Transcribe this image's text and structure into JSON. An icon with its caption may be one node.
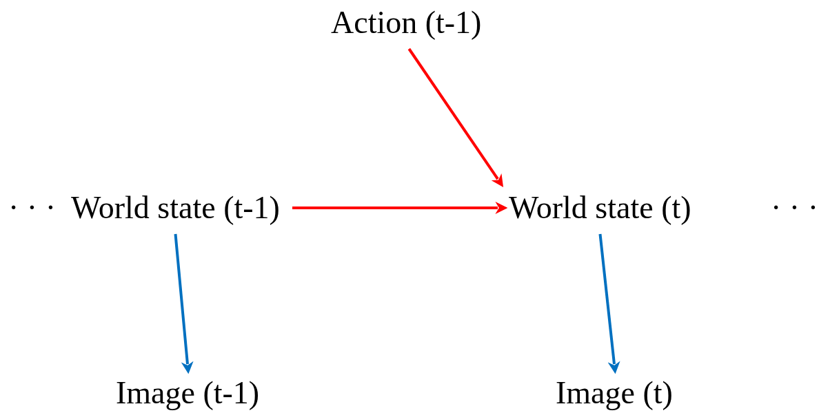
{
  "diagram": {
    "nodes": [
      {
        "text": [
          "Action (t-1)"
        ]
      },
      {
        "text": [
          "World state (t-1)"
        ]
      },
      {
        "text": [
          "World state (t)"
        ]
      },
      {
        "text": [
          "Image (t-1)"
        ]
      },
      {
        "text": [
          "Image (t)"
        ]
      }
    ],
    "edges": [
      {
        "from": 0,
        "to": 2,
        "arrow": "to",
        "color": "#ff0000"
      },
      {
        "from": 1,
        "to": 2,
        "arrow": "to",
        "color": "#ff0000"
      },
      {
        "from": 1,
        "to": 3,
        "arrow": "to",
        "color": "#0070c0"
      },
      {
        "from": 2,
        "to": 4,
        "arrow": "to",
        "color": "#0070c0"
      }
    ],
    "labels": [
      "· · ·",
      "· · ·"
    ]
  }
}
